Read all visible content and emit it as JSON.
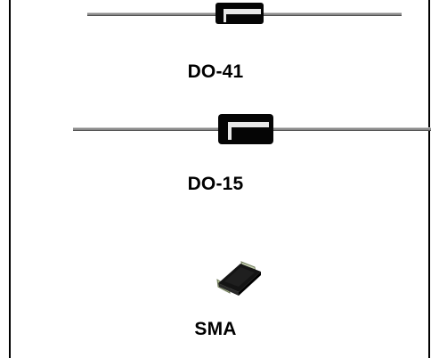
{
  "packages": [
    {
      "label": "DO-41"
    },
    {
      "label": "DO-15"
    },
    {
      "label": "SMA"
    }
  ],
  "colors": {
    "body": "#000000",
    "band": "#e8e8e8",
    "lead": "#8a8a8a",
    "sma_pad": "#b9c79a"
  },
  "icons": [
    "do41-diode-icon",
    "do15-diode-icon",
    "sma-diode-icon"
  ]
}
